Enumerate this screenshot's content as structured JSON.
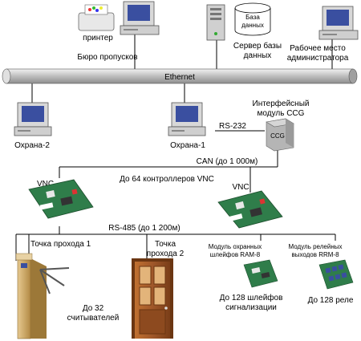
{
  "nodes": {
    "printer": "принтер",
    "badge_office": "Бюро пропусков",
    "db_line1": "База",
    "db_line2": "данных",
    "db_server_line1": "Сервер базы",
    "db_server_line2": "данных",
    "admin_line1": "Рабочее место",
    "admin_line2": "администратора",
    "ethernet": "Ethernet",
    "guard2": "Охрана-2",
    "guard1": "Охрана-1",
    "rs232": "RS-232",
    "ccg_line1": "Интерфейсный",
    "ccg_line2": "модуль CCG",
    "ccg": "CCG",
    "can": "CAN (до 1 000м)",
    "vnc_left": "VNC",
    "vnc_right": "VNC",
    "vnc_count": "До 64 контроллеров VNC",
    "rs485": "RS-485 (до 1 200м)",
    "point1": "Точка прохода 1",
    "point2_line1": "Точка",
    "point2_line2": "прохода 2",
    "readers_line1": "До 32",
    "readers_line2": "считывателей",
    "ram_line1": "Модуль охранных",
    "ram_line2": "шлейфов RAM-8",
    "rrm_line1": "Модуль релейных",
    "rrm_line2": "выходов RRM-8",
    "loops_line1": "До 128 шлейфов",
    "loops_line2": "сигнализации",
    "relays": "До 128 реле"
  },
  "colors": {
    "bus": "#c9c9c9",
    "computer": "#d8d8d8",
    "screen": "#3a4fa0",
    "board": "#2f7d4a",
    "door": "#a0582a",
    "turnstile": "#c9a35a"
  }
}
